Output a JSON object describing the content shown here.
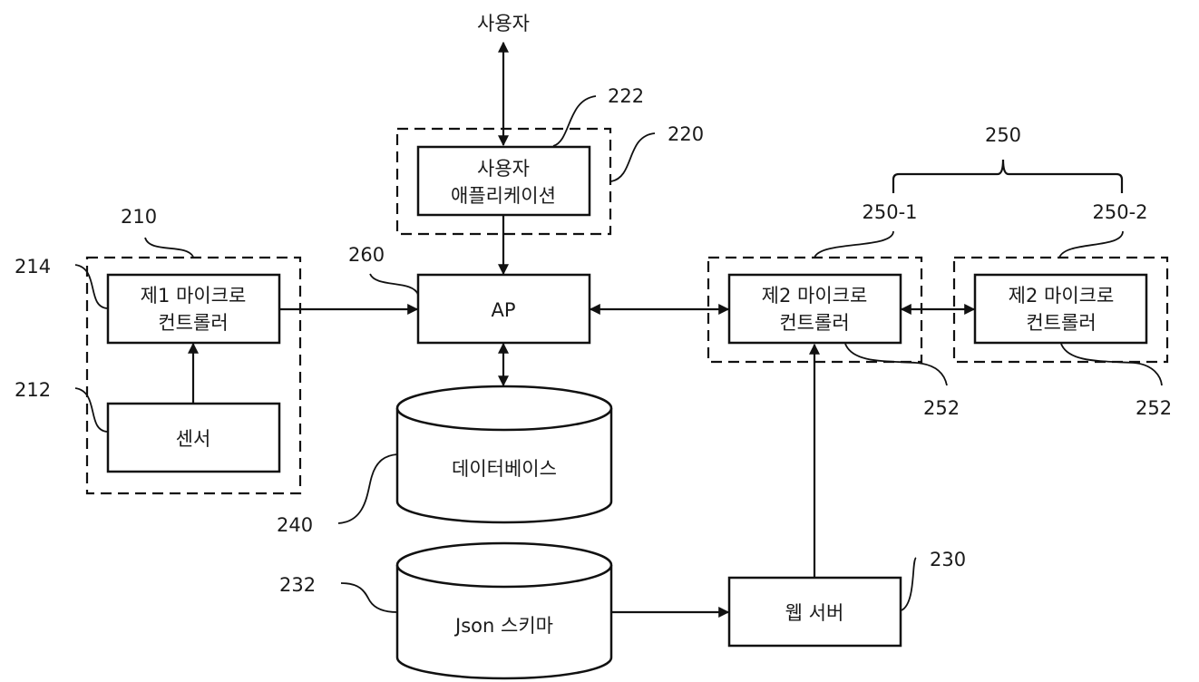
{
  "diagram": {
    "user": {
      "label": "사용자"
    },
    "user_app": {
      "line1": "사용자",
      "line2": "애플리케이션",
      "ref_box": "222",
      "ref_group": "220"
    },
    "ap": {
      "label": "AP",
      "ref": "260"
    },
    "mcu1_group": {
      "ref": "210"
    },
    "mcu1": {
      "line1": "제1 마이크로",
      "line2": "컨트롤러",
      "ref": "214"
    },
    "sensor": {
      "label": "센서",
      "ref": "212"
    },
    "database": {
      "label": "데이터베이스",
      "ref": "240"
    },
    "json_schema": {
      "label": "Json 스키마",
      "ref": "232"
    },
    "web_server": {
      "label": "웹 서버",
      "ref": "230"
    },
    "mcu2_group": {
      "ref": "250"
    },
    "mcu2_a": {
      "line1": "제2 마이크로",
      "line2": "컨트롤러",
      "ref_group": "250-1",
      "ref_box": "252"
    },
    "mcu2_b": {
      "line1": "제2 마이크로",
      "line2": "컨트롤러",
      "ref_group": "250-2",
      "ref_box": "252"
    }
  }
}
